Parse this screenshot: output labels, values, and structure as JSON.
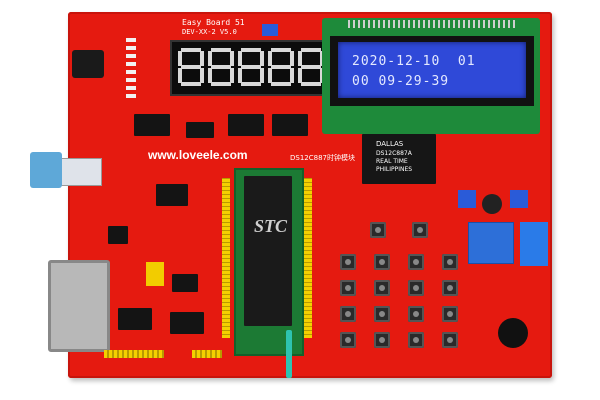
{
  "board": {
    "name": "Easy Board 51",
    "version": "DEV-XX-2   V5.0",
    "url": "www.loveele.com",
    "rtc_label": "DS12C887时钟模块",
    "chip_brand": "STC"
  },
  "lcd": {
    "line1": "2020-12-10  01",
    "line2": "00 09-29-39"
  },
  "rtc_chip": {
    "line1": "DALLAS",
    "line2": "DS12C887A",
    "line3": "REAL TIME",
    "line4": "PHILIPPINES"
  },
  "colors": {
    "pcb": "#e51a10",
    "lcd_backlight": "#2f49d8",
    "lcd_text": "#e4e9ff",
    "segment_display": "#0c0c0c"
  },
  "icons": [
    "usb-port",
    "power-jack",
    "db9-serial-port",
    "relay",
    "buzzer",
    "zif-socket",
    "push-button-matrix"
  ]
}
